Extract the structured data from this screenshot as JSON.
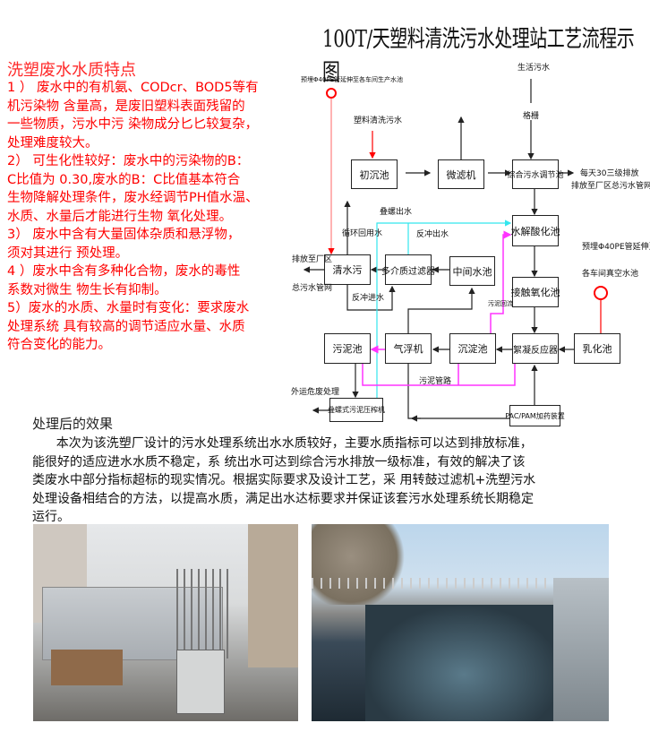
{
  "left": {
    "title": "洗塑废水水质特点",
    "lines": [
      "1 ） 废水中的有机氨、CODcr、BOD5等有",
      "机污染物 含量高，是废旧塑料表面残留的",
      "一些物质，污水中污 染物成分匕匕较复杂，",
      "处理难度较大。",
      "2）  可生化性较好：废水中的污染物的B：",
      "C比值为 0.30,废水的B：C比值基本符合",
      "生物降解处理条件，废水经调节PH值水温、",
      "水质、水量后才能进行生物 氧化处理。",
      "3）  废水中含有大量固体杂质和悬浮物，",
      "须对其进行 预处理。",
      "4 ）废水中含有多种化合物，废水的毒性",
      "系数对微生 物生长有抑制。",
      "5）废水的水质、水量时有变化：要求废水",
      "处理系统 具有较高的调节适应水量、水质",
      "符合变化的能力。"
    ]
  },
  "diagram": {
    "title": "100T/天塑料清洗污水处理站工艺流程示图",
    "boxes": {
      "primary_settling": "初沉池",
      "micro_filter": "微滤机",
      "equalization": "综合污水调节池",
      "hydrolysis": "水解酸化池",
      "clear_water": "清水污",
      "multimedia_filter": "多介质过滤器",
      "intermediate": "中间水池",
      "contact_oxidation": "接触氧化池",
      "sludge_tank": "污泥池",
      "air_flotation": "气浮机",
      "sedimentation": "沉淀池",
      "flocculation": "絮凝反应器",
      "emulsion": "乳化池",
      "screw_press": "叠螺式污泥压榨机",
      "dosing": "PAC/PAM加药装置"
    },
    "labels": {
      "pipe_top": "预埋Φ40PE管延伸至各车间生产水池",
      "plastic_wastewater": "塑料清洗污水",
      "domestic_sewage": "生活污水",
      "grille": "格栅",
      "discharge_1": "每天30三级排放",
      "discharge_2": "排放至厂区总污水管网",
      "press_effluent": "叠螺出水",
      "recycle_water": "循环回用水",
      "backwash_out": "反冲出水",
      "outlet_1": "排放至厂区",
      "outlet_2": "总污水管网",
      "backwash_in": "反冲进水",
      "sludge_return": "污泥回流",
      "pipe_right_1": "预埋Φ40PE管延伸至",
      "pipe_right_2": "各车间真空水池",
      "sludge_pipe": "污泥管路",
      "hazardous": "外运危废处理"
    },
    "colors": {
      "line": "#222222",
      "red": "#ff0000",
      "cyan": "#33e6ee",
      "magenta": "#ff33ff"
    }
  },
  "effect": {
    "title": "处理后的效果",
    "lines": [
      "      本次为该洗塑厂设计的污水处理系统出水水质较好，主要水质指标可以达到排放标准，",
      "能很好的适应进水水质不稳定，系 统出水可达到综合污水排放一级标准，有效的解决了该",
      "类废水中部分指标超标的现实情况。根据实际要求及设计工艺，采 用转鼓过滤机+洗塑污水",
      "处理设备相结合的方法，以提高水质，满足出水达标要求并保证该套污水处理系统长期稳定",
      "运行。"
    ]
  }
}
